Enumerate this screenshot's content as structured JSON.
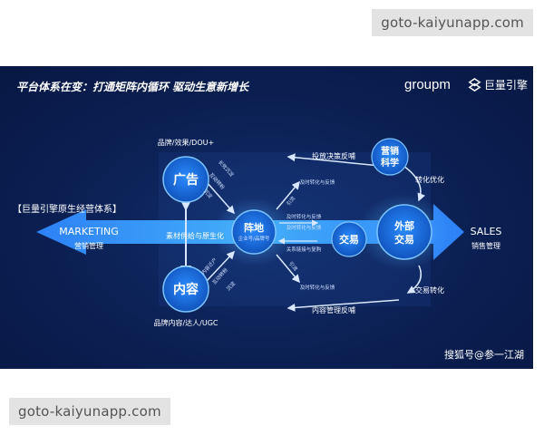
{
  "watermark": {
    "top": "goto-kaiyunapp.com",
    "bottom": "goto-kaiyunapp.com"
  },
  "header": {
    "title": "平台体系在变：打通矩阵内循环 驱动生意新增长",
    "logo_groupm": "groupm",
    "logo_juliang": "巨量引擎"
  },
  "diagram": {
    "system_label": "【巨量引擎原生经营体系】",
    "left": {
      "title": "MARKETING",
      "subtitle": "营销管理"
    },
    "right": {
      "title": "SALES",
      "subtitle": "销售管理"
    },
    "nodes": {
      "ad": "广告",
      "content": "内容",
      "position": "阵地",
      "position_sub": "企业号/品牌号",
      "trade": "交易",
      "external_trade_1": "外部",
      "external_trade_2": "交易",
      "science_1": "营销",
      "science_2": "科学"
    },
    "ad_caption": "品牌/效果/DOU+",
    "content_caption": "品牌内容/达人/UGC",
    "material_label": "素材供给与原生化",
    "top_feedback": "投放决策反哺",
    "bottom_feedback": "内容管理反哺",
    "conversion_optimize": "转化优化",
    "trade_conversion": "交易转化",
    "realtime_1": "及时转化与反馈",
    "realtime_2": "及时转化与反馈",
    "realtime_3": "及时转化与反馈",
    "realtime_4": "及时转化与反馈",
    "relation_link": "关系链接与复购",
    "micro": {
      "ad_1": "长效沉淀",
      "ad_2": "互动转粉",
      "ad_3": "沉淀",
      "content_1": "内容迁户",
      "content_2": "互动转粉",
      "content_3": "沉淀",
      "cross_1": "引流",
      "cross_2": "引流"
    }
  },
  "credit": "搜狐号@参一江湖",
  "colors": {
    "background": "#0b1f52",
    "arrow": "#3aa0ff",
    "node": "#1b73e8",
    "accent": "#5fc3ff"
  }
}
